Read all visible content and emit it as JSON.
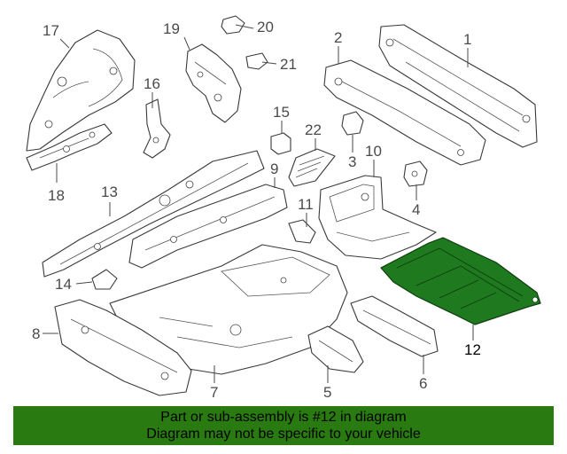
{
  "diagram": {
    "callouts": [
      "1",
      "2",
      "3",
      "4",
      "5",
      "6",
      "7",
      "8",
      "9",
      "10",
      "11",
      "12",
      "13",
      "14",
      "15",
      "16",
      "17",
      "18",
      "19",
      "20",
      "21",
      "22"
    ],
    "highlighted_part": "12",
    "highlight_color": "#1f7a1f"
  },
  "banner": {
    "line1": "Part or sub-assembly is #12 in diagram",
    "line2": "Diagram may not be specific to your vehicle",
    "background": "#2a7a12"
  }
}
